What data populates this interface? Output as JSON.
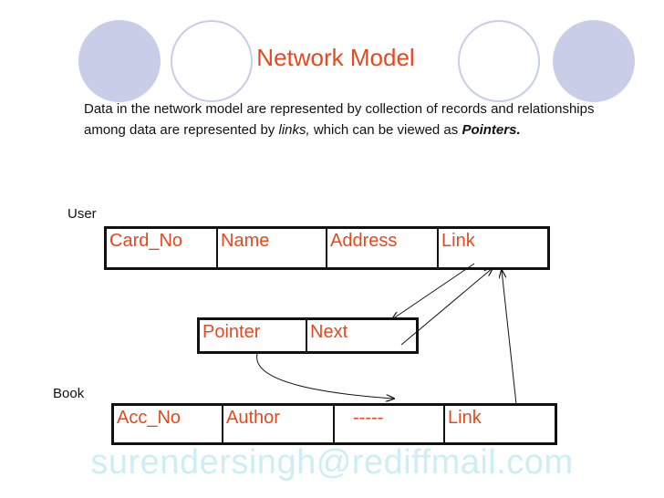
{
  "slide": {
    "title": "Network Model",
    "description_pre": "Data in the network model are represented by collection of records and relationships among data are represented by ",
    "description_links": "links,",
    "description_mid": " which can be viewed as ",
    "description_pointers": "Pointers.",
    "footer": "surendersingh@rediffmail.com"
  },
  "diagram": {
    "user_label": "User",
    "book_label": "Book",
    "user_record": [
      "Card_No",
      "Name",
      "Address",
      "Link"
    ],
    "pointer_record": [
      "Pointer",
      "Next"
    ],
    "book_record": [
      "Acc_No",
      "Author",
      "-----",
      "Link"
    ]
  },
  "colors": {
    "accent": "#e8481d",
    "circle": "#c9cde8",
    "footer": "#cdeef4"
  }
}
